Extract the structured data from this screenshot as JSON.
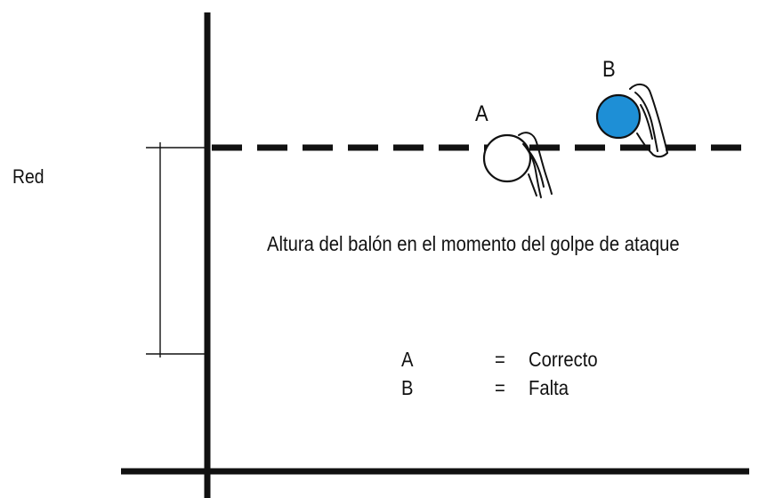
{
  "labels": {
    "net": "Red",
    "ball_a": "A",
    "ball_b": "B",
    "caption": "Altura del balón en el momento del golpe de ataque"
  },
  "legend": [
    {
      "letter": "A",
      "equals": "=",
      "value": "Correcto"
    },
    {
      "letter": "B",
      "equals": "=",
      "value": "Falta"
    }
  ],
  "colors": {
    "line": "#111111",
    "ball_a_fill": "#ffffff",
    "ball_b_fill": "#1e8fd6"
  }
}
